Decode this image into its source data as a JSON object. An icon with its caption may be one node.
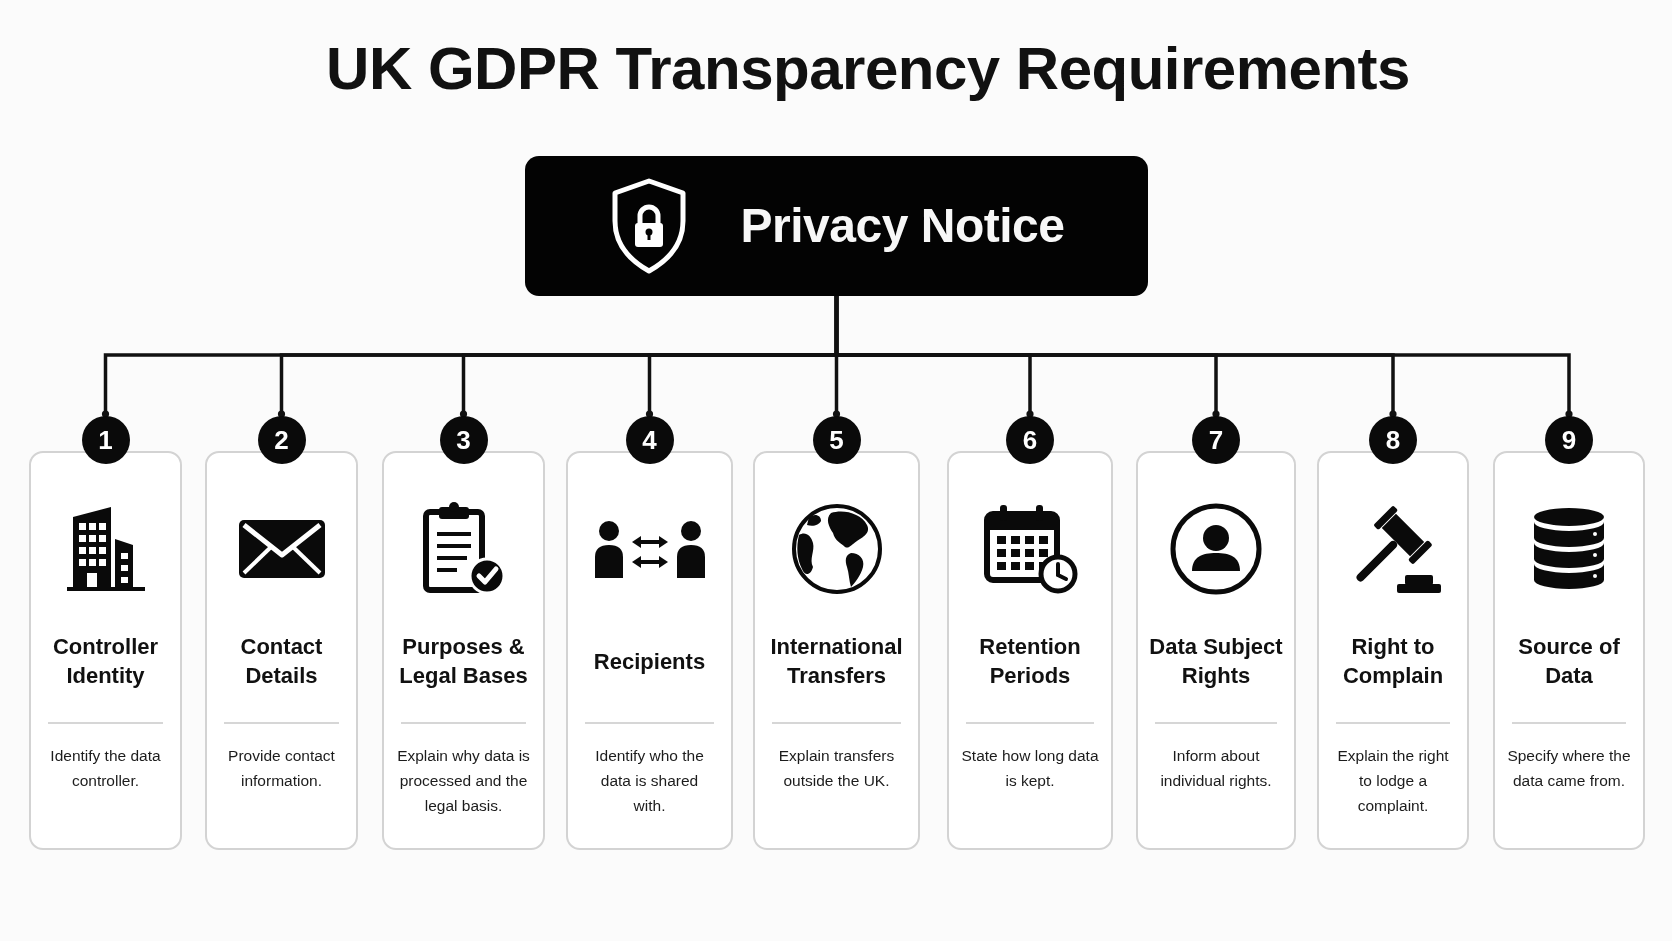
{
  "diagram": {
    "title": "UK GDPR Transparency Requirements",
    "nodes": [
      {
        "text": [
          "Privacy Notice"
        ]
      },
      {
        "text": [
          "1"
        ]
      },
      {
        "text": [
          "Controller Identity",
          "Identify the data controller."
        ]
      },
      {
        "text": [
          "2"
        ]
      },
      {
        "text": [
          "Contact Details",
          "Provide contact information."
        ]
      },
      {
        "text": [
          "3"
        ]
      },
      {
        "text": [
          "Purposes & Legal Bases",
          "Explain why data is processed and the legal basis."
        ]
      },
      {
        "text": [
          "4"
        ]
      },
      {
        "text": [
          "Recipients",
          "Identify who the data is shared with."
        ]
      },
      {
        "text": [
          "5"
        ]
      },
      {
        "text": [
          "International Transfers",
          "Explain transfers outside the UK."
        ]
      },
      {
        "text": [
          "6"
        ]
      },
      {
        "text": [
          "Retention Periods",
          "State how long data is kept."
        ]
      },
      {
        "text": [
          "7"
        ]
      },
      {
        "text": [
          "Data Subject Rights",
          "Inform about individual rights."
        ]
      },
      {
        "text": [
          "8"
        ]
      },
      {
        "text": [
          "Right to Complain",
          "Explain the right to lodge a complaint."
        ]
      },
      {
        "text": [
          "9"
        ]
      },
      {
        "text": [
          "Source of Data",
          "Specify where the data came from."
        ]
      }
    ],
    "edges": [
      {
        "from": 0,
        "to": 1,
        "arrow": "other"
      },
      {
        "from": 0,
        "to": 3,
        "arrow": "other"
      },
      {
        "from": 0,
        "to": 5,
        "arrow": "other"
      },
      {
        "from": 0,
        "to": 7,
        "arrow": "other"
      },
      {
        "from": 0,
        "to": 9,
        "arrow": "other"
      },
      {
        "from": 0,
        "to": 11,
        "arrow": "other"
      },
      {
        "from": 0,
        "to": 13,
        "arrow": "other"
      },
      {
        "from": 0,
        "to": 15,
        "arrow": "other"
      },
      {
        "from": 0,
        "to": 17,
        "arrow": "other"
      }
    ]
  }
}
